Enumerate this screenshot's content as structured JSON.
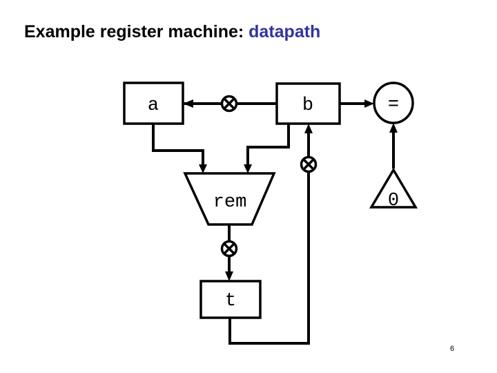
{
  "title": {
    "text": "Example register machine: ",
    "highlight": "datapath"
  },
  "page_number": "6",
  "colors": {
    "background": "#ffffff",
    "title_text": "#000000",
    "title_highlight": "#3333A0",
    "diagram_line": "#000000"
  },
  "diagram": {
    "register_a": "a",
    "register_b": "b",
    "register_t": "t",
    "operation_rem": "rem",
    "test_eq": "=",
    "constant_zero": "0",
    "button_icon_glyph": "crossed-circle"
  }
}
